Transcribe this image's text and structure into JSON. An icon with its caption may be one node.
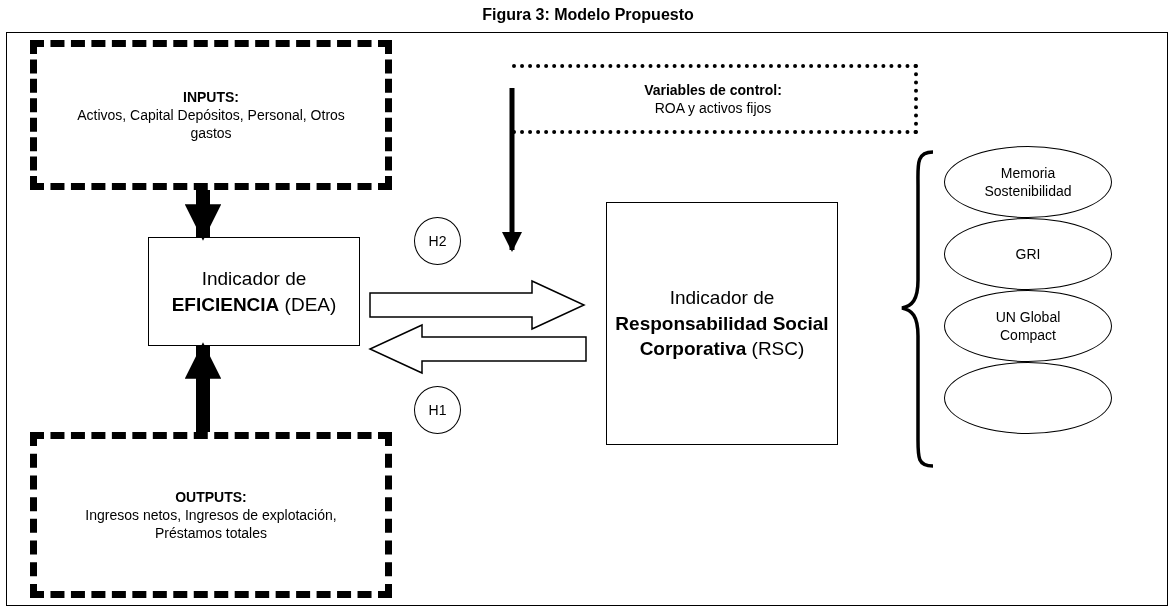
{
  "diagram": {
    "title": "Figura 3: Modelo Propuesto",
    "nodes": [
      {
        "text": [
          "INPUTS:",
          "Activos, Capital Depósitos, Personal, Otros gastos"
        ]
      },
      {
        "text": [
          "Indicador de **EFICIENCIA** (DEA)"
        ]
      },
      {
        "text": [
          "OUTPUTS:",
          "Ingresos netos, Ingresos de explotación, Préstamos totales"
        ]
      },
      {
        "text": [
          "Variables de control:",
          "ROA y activos fijos"
        ]
      },
      {
        "text": [
          "H2"
        ]
      },
      {
        "text": [
          "H1"
        ]
      },
      {
        "text": [
          "Indicador de **Responsabilidad Social Corporativa** (RSC)"
        ]
      },
      {
        "text": [
          "Memoria Sostenibilidad"
        ]
      },
      {
        "text": [
          "GRI"
        ]
      },
      {
        "text": [
          "UN Global Compact"
        ]
      },
      {
        "text": [],
        "shape": "ellipse"
      }
    ],
    "edges": [
      {
        "from": 0,
        "to": 1,
        "arrow": "to"
      },
      {
        "from": 2,
        "to": 1,
        "arrow": "to"
      },
      {
        "from": 3,
        "to": null,
        "arrow": "to"
      },
      {
        "from": 1,
        "to": 6,
        "arrow": "to"
      },
      {
        "from": 6,
        "to": 1,
        "arrow": "to"
      }
    ]
  }
}
